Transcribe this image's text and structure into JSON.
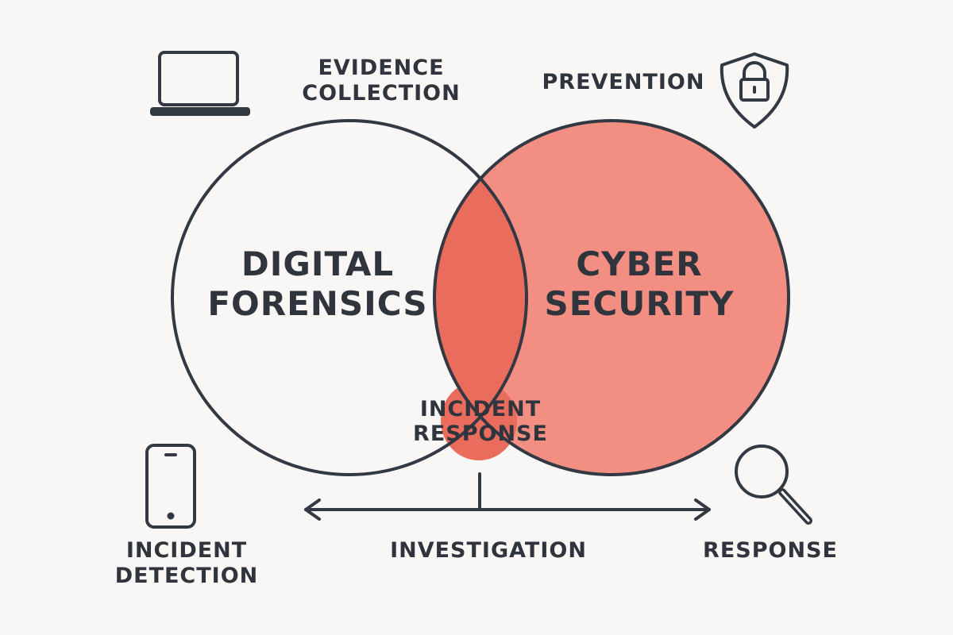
{
  "diagram": {
    "left_circle": {
      "label_line1": "DIGITAL",
      "label_line2": "FORENSICS",
      "fill": "#f8f7f5"
    },
    "right_circle": {
      "label_line1": "CYBER",
      "label_line2": "SECURITY",
      "fill": "#f28f82"
    },
    "overlap": {
      "label_line1": "INCIDENT",
      "label_line2": "RESPONSE",
      "fill": "#ea6c5c"
    },
    "stroke_color": "#333943",
    "top_left": {
      "icon": "laptop-icon",
      "label_line1": "EVIDENCE",
      "label_line2": "COLLECTION"
    },
    "top_right": {
      "icon": "shield-lock-icon",
      "label": "PREVENTION"
    },
    "bottom_left": {
      "icon": "smartphone-icon",
      "label_line1": "INCIDENT",
      "label_line2": "DETECTION"
    },
    "bottom_center": {
      "icon": "double-arrow-icon",
      "label": "INVESTIGATION"
    },
    "bottom_right": {
      "icon": "magnifier-icon",
      "label": "RESPONSE"
    }
  }
}
